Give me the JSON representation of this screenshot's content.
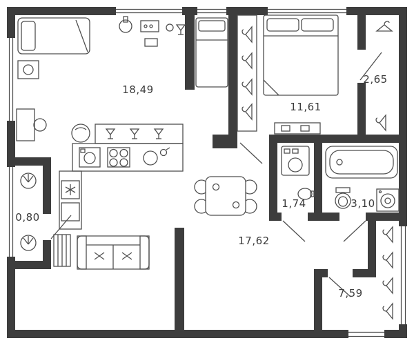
{
  "floorplan": {
    "colors": {
      "wall": "#3d3d3d",
      "line": "#4f4f4f",
      "background": "#ffffff",
      "label": "#3c3c3c"
    },
    "rooms": [
      {
        "id": "kitchen-living",
        "area": "18,49"
      },
      {
        "id": "bedroom",
        "area": "11,61"
      },
      {
        "id": "wardrobe",
        "area": "2,65"
      },
      {
        "id": "toilet",
        "area": "1,74"
      },
      {
        "id": "bathroom",
        "area": "3,10"
      },
      {
        "id": "balcony-left",
        "area": "0,80"
      },
      {
        "id": "living-hall",
        "area": "17,62"
      },
      {
        "id": "balcony-right",
        "area": "7,59"
      }
    ],
    "icons": {
      "hanger-icon": "triangle-with-hook",
      "plant-icon": "circle-with-fan-lines",
      "glass-icon": "stemmed-glass",
      "radiator-icon": "striped-rect",
      "cooktop-icon": "four-burners",
      "fridge-icon": "square-with-snowflake"
    }
  }
}
